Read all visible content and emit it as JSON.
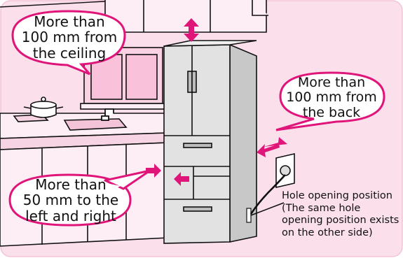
{
  "colors": {
    "background_panel": "#fbe0ec",
    "callout_border": "#e0157a",
    "arrow": "#e0157a",
    "fridge": "#dcdcdc",
    "line": "#111111"
  },
  "callouts": {
    "ceiling": {
      "line1": "More than",
      "line2": "100 mm from",
      "line3": "the ceiling"
    },
    "back": {
      "line1": "More than",
      "line2": "100 mm from",
      "line3": "the back"
    },
    "sides": {
      "line1": "More than",
      "line2": "50 mm to the",
      "line3": "left and right"
    }
  },
  "hole_note": {
    "line1": "Hole opening position",
    "line2": "(The same hole",
    "line3": "opening position exists",
    "line4": "on the other side)"
  },
  "icons": [
    "ceiling-gap-arrow-icon",
    "back-gap-arrow-icon",
    "side-gap-arrow-icon",
    "power-outlet-icon",
    "faucet-icon",
    "pot-icon"
  ]
}
